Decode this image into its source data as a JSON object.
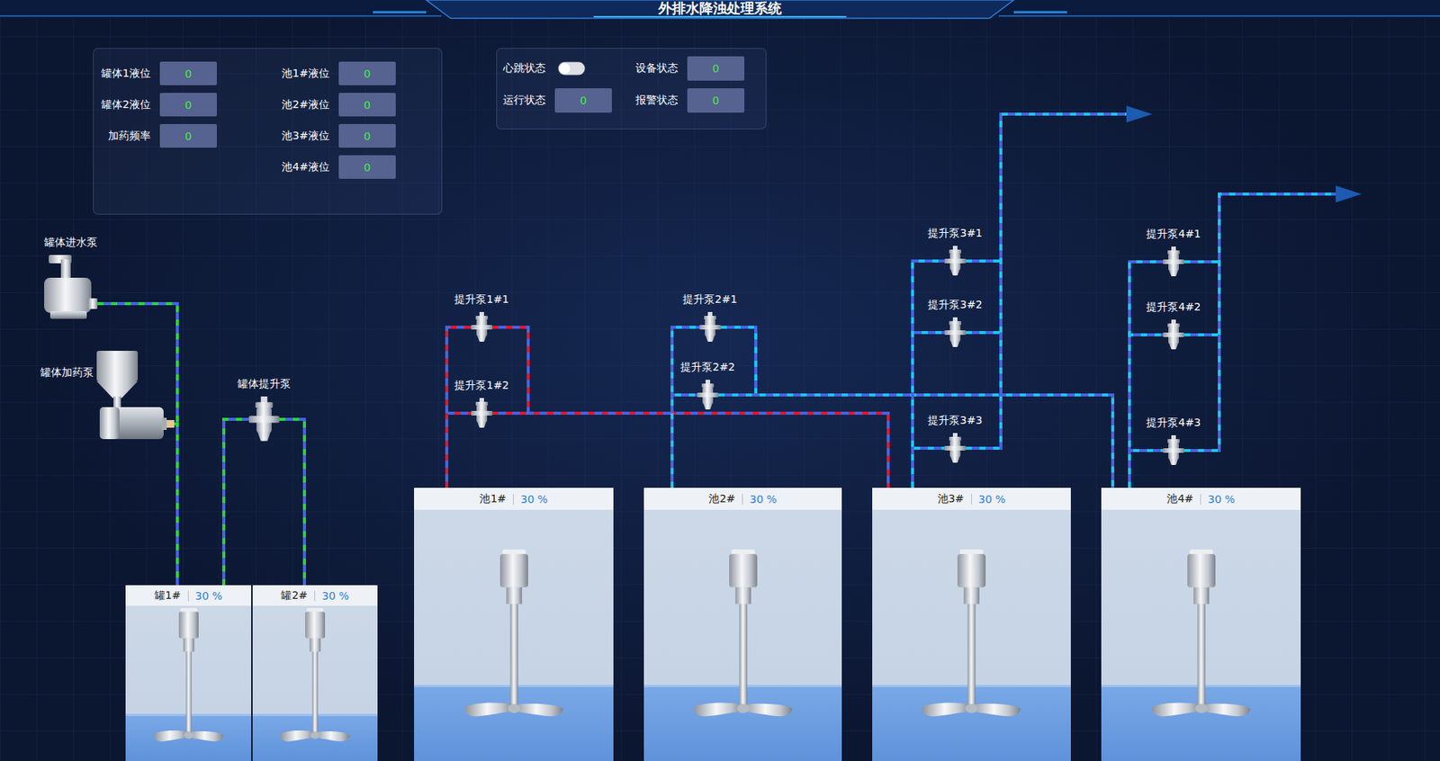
{
  "diagram": {
    "title": "外排水降浊处理系统",
    "nodes": [
      {
        "text": [
          "罐体1液位",
          "0"
        ]
      },
      {
        "text": [
          "罐体2液位",
          "0"
        ]
      },
      {
        "text": [
          "加药频率",
          "0"
        ]
      },
      {
        "text": [
          "池1#液位",
          "0"
        ]
      },
      {
        "text": [
          "池2#液位",
          "0"
        ]
      },
      {
        "text": [
          "池3#液位",
          "0"
        ]
      },
      {
        "text": [
          "池4#液位",
          "0"
        ]
      },
      {
        "text": [
          "心跳状态"
        ]
      },
      {
        "text": [
          "设备状态",
          "0"
        ]
      },
      {
        "text": [
          "运行状态",
          "0"
        ]
      },
      {
        "text": [
          "报警状态",
          "0"
        ]
      },
      {
        "text": [
          "罐体进水泵"
        ]
      },
      {
        "text": [
          "罐体加药泵"
        ]
      },
      {
        "text": [
          "罐体提升泵"
        ]
      },
      {
        "text": [
          "提升泵1#1"
        ]
      },
      {
        "text": [
          "提升泵1#2"
        ]
      },
      {
        "text": [
          "提升泵2#1"
        ]
      },
      {
        "text": [
          "提升泵2#2"
        ]
      },
      {
        "text": [
          "提升泵3#1"
        ]
      },
      {
        "text": [
          "提升泵3#2"
        ]
      },
      {
        "text": [
          "提升泵3#3"
        ]
      },
      {
        "text": [
          "提升泵4#1"
        ]
      },
      {
        "text": [
          "提升泵4#2"
        ]
      },
      {
        "text": [
          "提升泵4#3"
        ]
      },
      {
        "text": [
          "罐1#",
          "30 %"
        ]
      },
      {
        "text": [
          "罐2#",
          "30 %"
        ]
      },
      {
        "text": [
          "池1#",
          "30 %"
        ]
      },
      {
        "text": [
          "池2#",
          "30 %"
        ]
      },
      {
        "text": [
          "池3#",
          "30 %"
        ]
      },
      {
        "text": [
          "池4#",
          "30 %"
        ]
      }
    ],
    "edges": [
      {
        "from": 11,
        "to": 24,
        "arrow": "none"
      },
      {
        "from": 12,
        "to": 24,
        "arrow": "none"
      },
      {
        "from": 24,
        "to": 13,
        "arrow": "none"
      },
      {
        "from": 13,
        "to": 25,
        "arrow": "none"
      },
      {
        "from": 26,
        "to": 14,
        "arrow": "none"
      },
      {
        "from": 26,
        "to": 15,
        "arrow": "none"
      },
      {
        "from": 14,
        "to": 28,
        "arrow": "none"
      },
      {
        "from": 15,
        "to": 28,
        "arrow": "none"
      },
      {
        "from": 27,
        "to": 16,
        "arrow": "none"
      },
      {
        "from": 27,
        "to": 17,
        "arrow": "none"
      },
      {
        "from": 16,
        "to": 29,
        "arrow": "none"
      },
      {
        "from": 17,
        "to": 29,
        "arrow": "none"
      },
      {
        "from": 28,
        "to": 18,
        "arrow": "none"
      },
      {
        "from": 28,
        "to": 19,
        "arrow": "none"
      },
      {
        "from": 28,
        "to": 20,
        "arrow": "none"
      },
      {
        "from": 29,
        "to": 21,
        "arrow": "none"
      },
      {
        "from": 29,
        "to": 22,
        "arrow": "none"
      },
      {
        "from": 29,
        "to": 23,
        "arrow": "none"
      }
    ]
  }
}
